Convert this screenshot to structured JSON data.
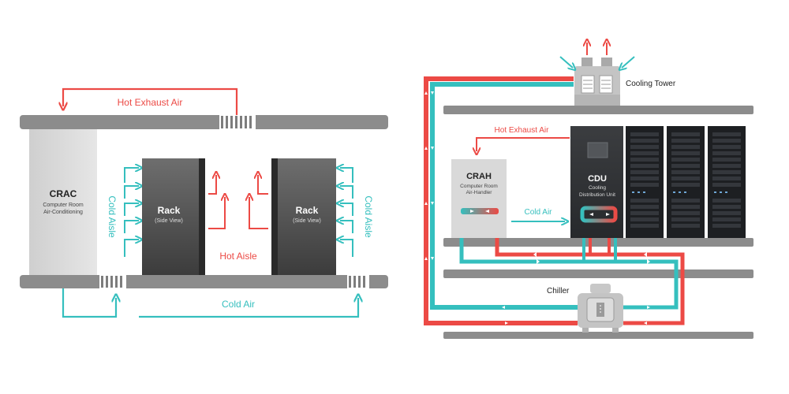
{
  "colors": {
    "hot": "#ec4a45",
    "cold": "#35bfbe",
    "slab": "#8c8c8c",
    "crac": "#d7d7d7",
    "rack": "#545454",
    "server": "#1d1f22",
    "text": "#222222"
  },
  "left": {
    "hot_exhaust_label": "Hot Exhaust Air",
    "crac_title": "CRAC",
    "crac_subtitle_1": "Computer Room",
    "crac_subtitle_2": "Air-Conditioning",
    "cold_aisle_left": "Cold Aisle",
    "cold_aisle_right": "Cold Aisle",
    "rack_left_title": "Rack",
    "rack_left_sub": "(Side View)",
    "rack_right_title": "Rack",
    "rack_right_sub": "(Side View)",
    "hot_aisle_label": "Hot Aisle",
    "cold_air_label": "Cold Air"
  },
  "right": {
    "cooling_tower_label": "Cooling Tower",
    "hot_exhaust_label": "Hot Exhaust Air",
    "crah_title": "CRAH",
    "crah_subtitle_1": "Computer Room",
    "crah_subtitle_2": "Air-Handler",
    "cold_air_label": "Cold Air",
    "cdu_title": "CDU",
    "cdu_subtitle_1": "Cooling",
    "cdu_subtitle_2": "Distribution Unit",
    "chiller_label": "Chiller"
  }
}
